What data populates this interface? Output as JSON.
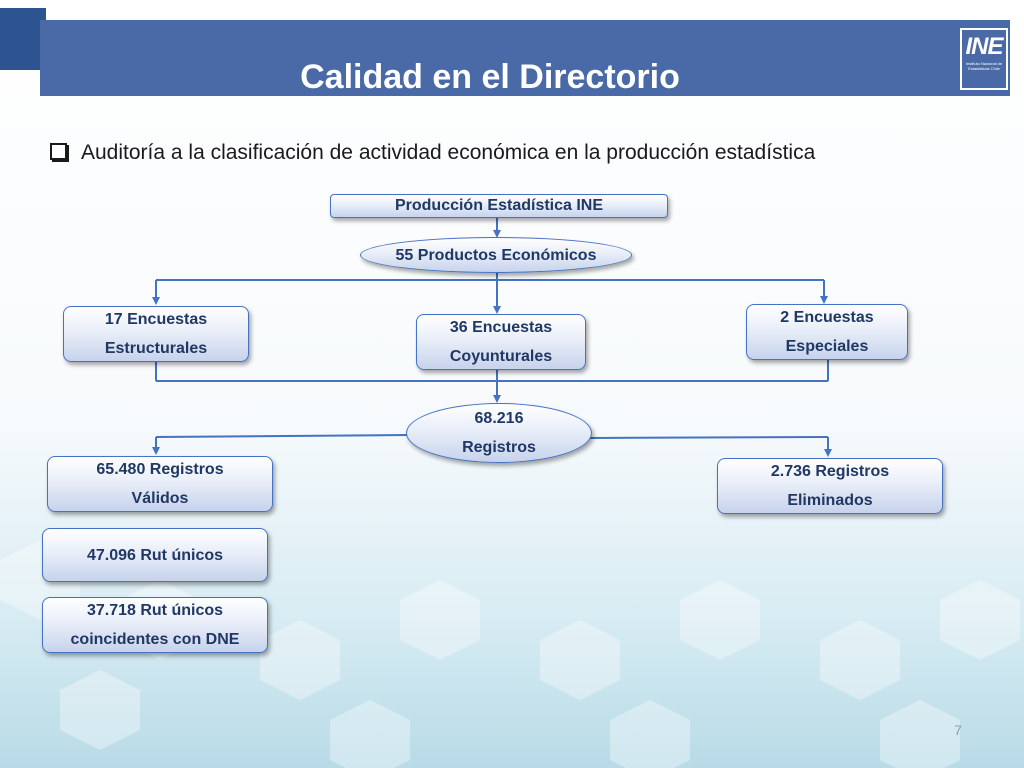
{
  "slide": {
    "title": "Calidad en el Directorio",
    "bullet": "Auditoría a la clasificación de actividad económica en la producción estadística",
    "page_number": "7"
  },
  "logo": {
    "mark": "INE",
    "text": "Instituto Nacional de Estadísticas Chile"
  },
  "diagram": {
    "nodes": {
      "produccion": "Producción Estadística INE",
      "productos": "55 Productos Económicos",
      "estructurales": "17 Encuestas Estructurales",
      "coyunturales": "36 Encuestas Coyunturales",
      "especiales": "2 Encuestas Especiales",
      "registros": "68.216 Registros",
      "validos": "65.480 Registros Válidos",
      "eliminados": "2.736 Registros Eliminados",
      "rut_unicos": "47.096 Rut únicos",
      "rut_dne": "37.718 Rut únicos coincidentes con DNE"
    }
  },
  "colors": {
    "header": "#4a6aa7",
    "accent": "#2d5491",
    "node_border": "#4472c4",
    "node_text": "#1f3864",
    "connector": "#4472c4"
  }
}
